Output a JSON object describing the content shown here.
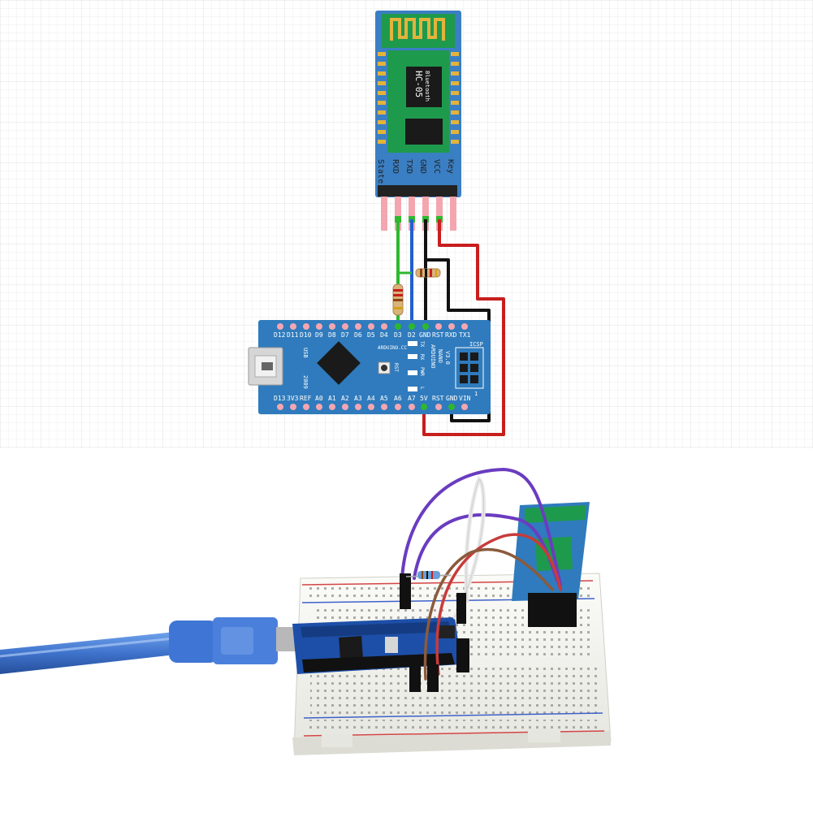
{
  "hc05": {
    "chip_title": "HC-05",
    "chip_subtitle": "Bluetooth",
    "pins": [
      "State",
      "RXD",
      "TXD",
      "GND",
      "VCC",
      "Key"
    ]
  },
  "nano": {
    "top_pins": [
      "D12",
      "D11",
      "D10",
      "D9",
      "D8",
      "D7",
      "D6",
      "D5",
      "D4",
      "D3",
      "D2",
      "GND",
      "RST",
      "RXD",
      "TX1"
    ],
    "bottom_pins": [
      "D13",
      "3V3",
      "REF",
      "A0",
      "A1",
      "A2",
      "A3",
      "A4",
      "A5",
      "A6",
      "A7",
      "5V",
      "RST",
      "GND",
      "VIN"
    ],
    "usb_label": "USB",
    "year_label": "2009",
    "arduino_cc": "ARDUINO.CC",
    "rst_label": "RST",
    "name_line1": "ARDUINO",
    "name_line2": "NANO",
    "name_line3": "V3.0",
    "icsp_label": "ICSP",
    "led_labels": [
      "TX",
      "RX",
      "PWR",
      "L"
    ],
    "pin1_label": "1"
  },
  "colors": {
    "hc05_board": "#3a7fc4",
    "hc05_antenna_bg": "#1e9a4d",
    "hc05_antenna_trace": "#e3b33c",
    "nano_board": "#2f7bbd",
    "wire_red": "#c81e1e",
    "wire_black": "#111111",
    "wire_green": "#2eb82e",
    "wire_blue": "#1f5fd1",
    "breadboard": "#f4f4f0",
    "usb_cable": "#4a7fd6"
  }
}
